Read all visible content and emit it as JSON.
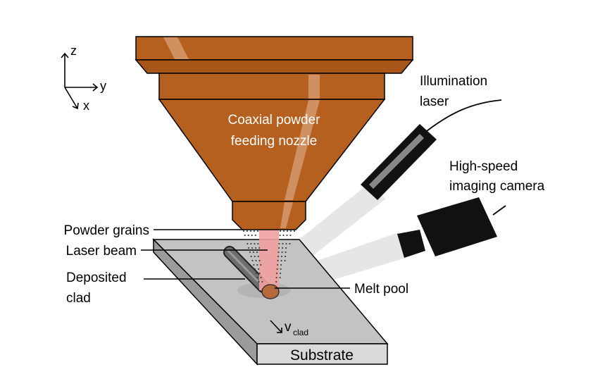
{
  "axes": {
    "z": "z",
    "y": "y",
    "x": "x"
  },
  "nozzle": {
    "line1": "Coaxial powder",
    "line2": "feeding nozzle"
  },
  "illumination": {
    "line1": "Illumination",
    "line2": "laser"
  },
  "camera": {
    "line1": "High-speed",
    "line2": "imaging camera"
  },
  "labels": {
    "powder_grains": "Powder grains",
    "laser_beam": "Laser beam",
    "deposited_line1": "Deposited",
    "deposited_line2": "clad",
    "melt_pool": "Melt pool",
    "substrate": "Substrate",
    "velocity_main": "v",
    "velocity_sub": "clad"
  },
  "colors": {
    "nozzle": "#b5601e",
    "nozzle_dark": "#9a4f17",
    "nozzle_highlight": "#d9a27a",
    "laser_beam": "#f0a0a0",
    "substrate_top": "#c3c3c3",
    "substrate_front": "#d9d9d9",
    "substrate_side": "#9b9b9b",
    "light_beam": "#e6e6e6",
    "device": "#111111",
    "melt_pool": "#b56a3c"
  }
}
